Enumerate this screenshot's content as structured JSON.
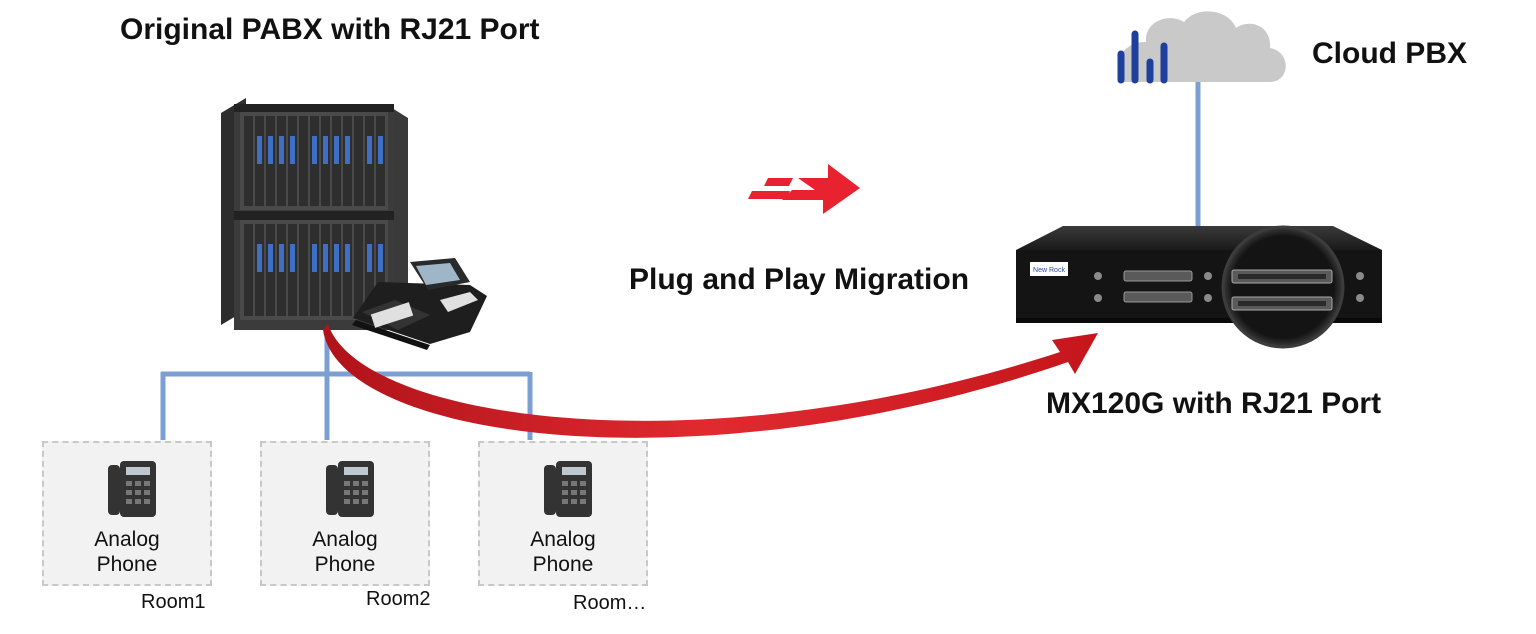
{
  "titles": {
    "pabx": "Original PABX with RJ21 Port",
    "cloud": "Cloud PBX",
    "migration": "Plug and Play Migration",
    "gateway": "MX120G with RJ21 Port"
  },
  "phones": [
    {
      "label": "Analog\nPhone",
      "room": "Room1"
    },
    {
      "label": "Analog\nPhone",
      "room": "Room2"
    },
    {
      "label": "Analog\nPhone",
      "room": "Room…"
    }
  ],
  "gateway_device": {
    "brand_badge": "New Rock"
  },
  "colors": {
    "link_line": "#7b9fd3",
    "arrow_red": "#e8222e",
    "curve_red": "#c4161c",
    "cloud_gray": "#c9c9c9",
    "cloud_bars": "#1f3f9c",
    "device_black": "#141414",
    "phone_box_bg": "#f2f2f2"
  },
  "icons": [
    "pabx-cabinet-icon",
    "desk-phone-icon",
    "analog-phone-icon",
    "cloud-icon",
    "signal-bars-icon",
    "gateway-device-icon",
    "dashed-arrow-icon",
    "curved-arrow-icon"
  ]
}
